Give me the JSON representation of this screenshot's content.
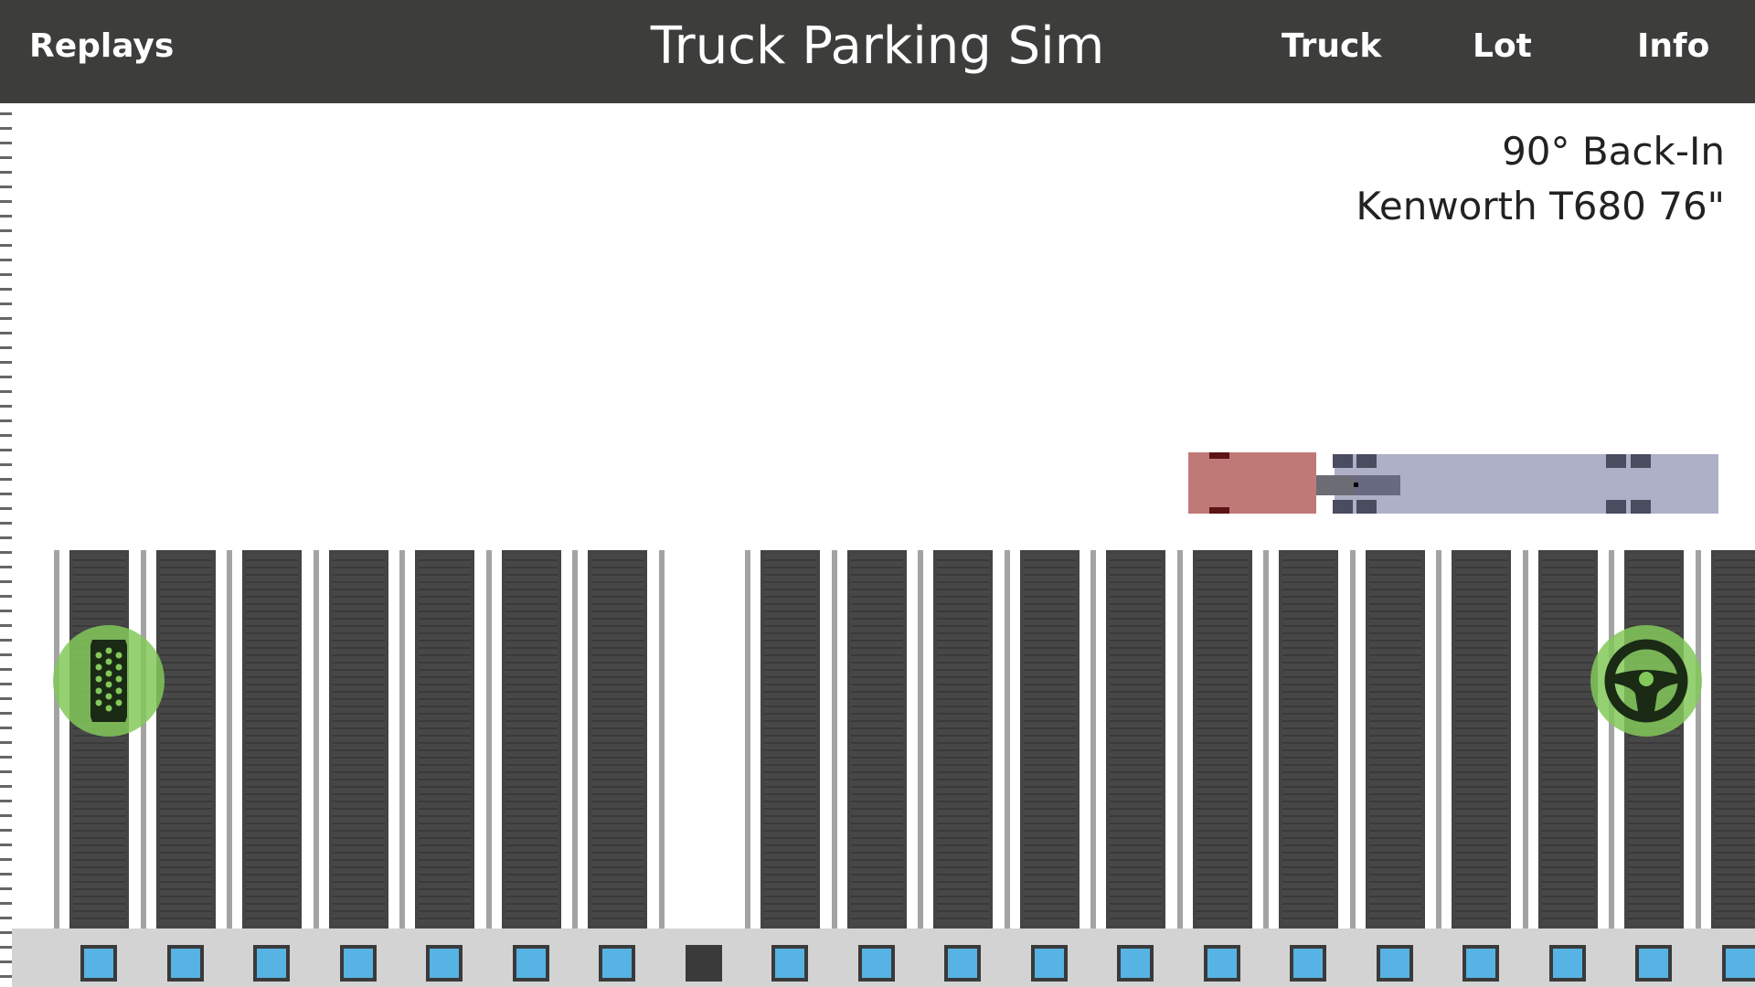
{
  "header": {
    "title": "Truck Parking Sim",
    "replays": "Replays",
    "truck": "Truck",
    "lot": "Lot",
    "info": "Info"
  },
  "scenario": {
    "maneuver": "90° Back-In",
    "truck_model": "Kenworth T680 76\""
  },
  "lot": {
    "occupied": [
      true,
      true,
      true,
      true,
      true,
      true,
      true,
      false,
      true,
      true,
      true,
      true,
      true,
      true,
      true,
      true,
      true,
      true,
      true,
      true
    ]
  },
  "controls": {
    "left": "gas-pedal-icon",
    "right": "steering-wheel-icon"
  },
  "colors": {
    "header": "#3d3e3b",
    "cab": "#bf7a78",
    "trailer": "#aeb0c8",
    "control": "#82c85a",
    "spot_indicator": "#56b3e3"
  }
}
